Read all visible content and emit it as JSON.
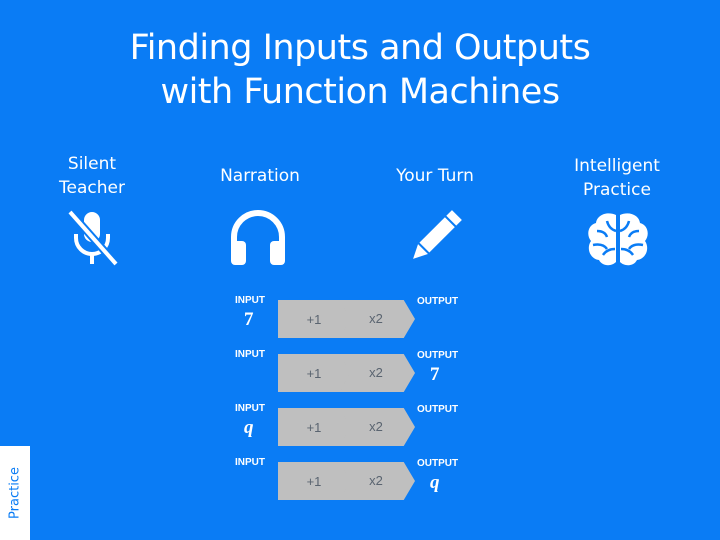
{
  "slide": {
    "title_line1": "Finding Inputs and Outputs",
    "title_line2": "with Function Machines"
  },
  "features": {
    "silent_teacher": {
      "line1": "Silent",
      "line2": "Teacher",
      "icon": "muted-microphone-icon"
    },
    "narration": {
      "label": "Narration",
      "icon": "headphones-icon"
    },
    "your_turn": {
      "label": "Your Turn",
      "icon": "pencil-icon"
    },
    "intelligent_practice": {
      "line1": "Intelligent",
      "line2": "Practice",
      "icon": "brain-icon"
    }
  },
  "machines": [
    {
      "input_label": "INPUT",
      "input_value": "7",
      "op1": "+1",
      "op2": "x2",
      "output_label": "OUTPUT",
      "output_value": ""
    },
    {
      "input_label": "INPUT",
      "input_value": "",
      "op1": "+1",
      "op2": "x2",
      "output_label": "OUTPUT",
      "output_value": "7"
    },
    {
      "input_label": "INPUT",
      "input_value": "q",
      "op1": "+1",
      "op2": "x2",
      "output_label": "OUTPUT",
      "output_value": ""
    },
    {
      "input_label": "INPUT",
      "input_value": "",
      "op1": "+1",
      "op2": "x2",
      "output_label": "OUTPUT",
      "output_value": "q"
    }
  ],
  "side_tab": {
    "label": "Practice"
  },
  "colors": {
    "background": "#0a7cf5",
    "chevron": "#bfbfbf",
    "chevron_text": "#5a6470"
  }
}
